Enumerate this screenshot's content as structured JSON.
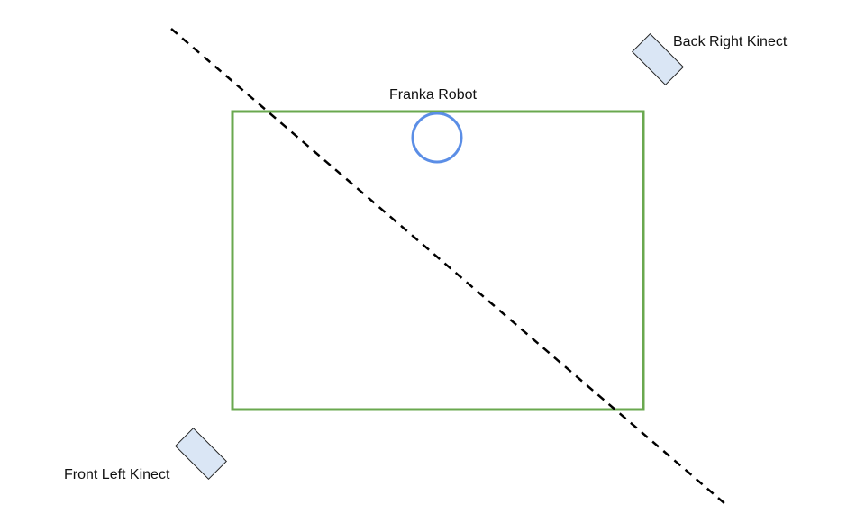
{
  "labels": {
    "robot": "Franka Robot",
    "back_right_camera": "Back Right Kinect",
    "front_left_camera": "Front Left Kinect"
  },
  "colors": {
    "table_outline": "#6aa84f",
    "robot_outline": "#5b8ee6",
    "camera_fill": "#dae6f5",
    "camera_outline": "#222222",
    "divider_line": "#000000",
    "text": "#111111"
  }
}
